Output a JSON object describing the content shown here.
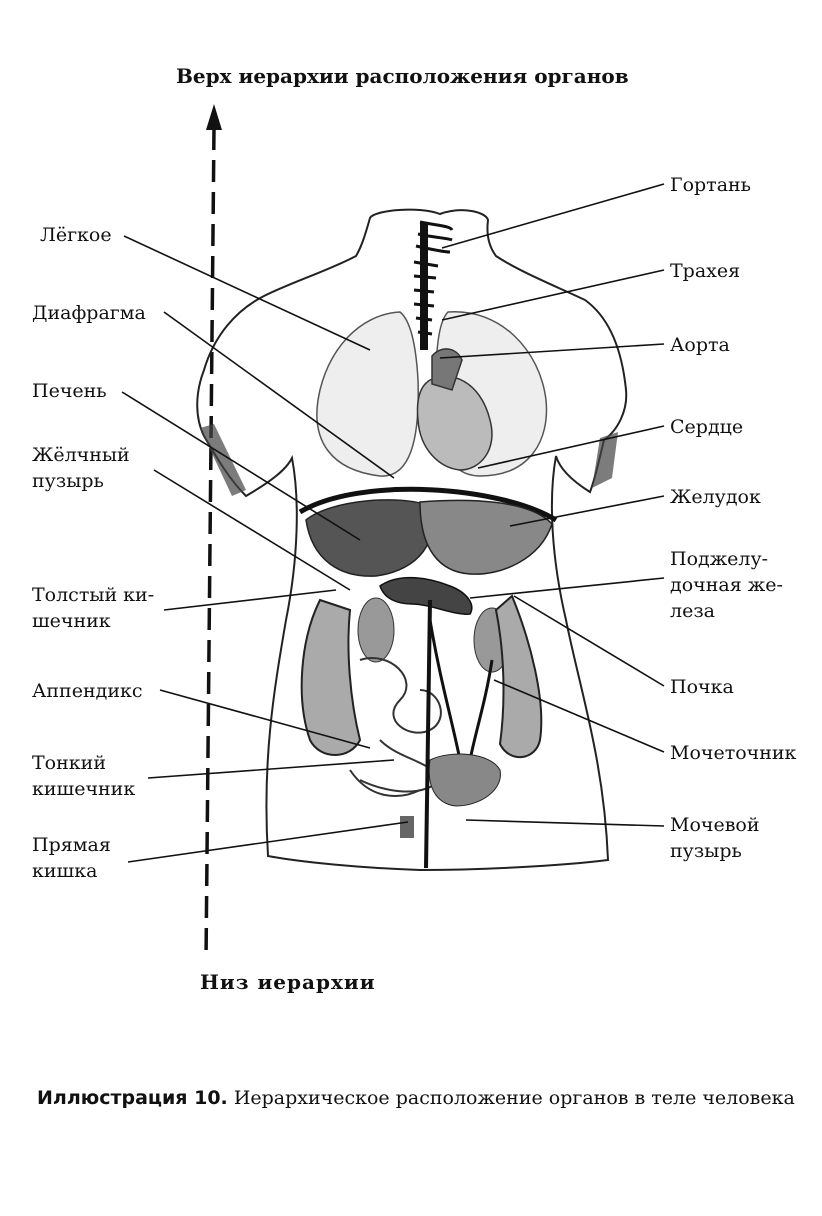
{
  "diagram": {
    "top_label": "Верх иерархии расположения органов",
    "bottom_label": "Низ  иерархии",
    "left_labels": {
      "lung": "Лёгкое",
      "diaphragm": "Диафрагма",
      "liver": "Печень",
      "gallbladder": "Жёлчный\nпузырь",
      "large_intestine": "Толстый ки-\nшечник",
      "appendix": "Аппендикс",
      "small_intestine": "Тонкий\nкишечник",
      "rectum": "Прямая\nкишка"
    },
    "right_labels": {
      "larynx": "Гортань",
      "trachea": "Трахея",
      "aorta": "Аорта",
      "heart": "Сердце",
      "stomach": "Желудок",
      "pancreas": "Поджелу-\nдочная же-\nлеза",
      "kidney": "Почка",
      "ureter": "Мочеточник",
      "bladder": "Мочевой\nпузырь"
    }
  },
  "caption": {
    "bold": "Иллюстрация 10.",
    "text": " Иерархическое расположение органов в теле человека"
  }
}
